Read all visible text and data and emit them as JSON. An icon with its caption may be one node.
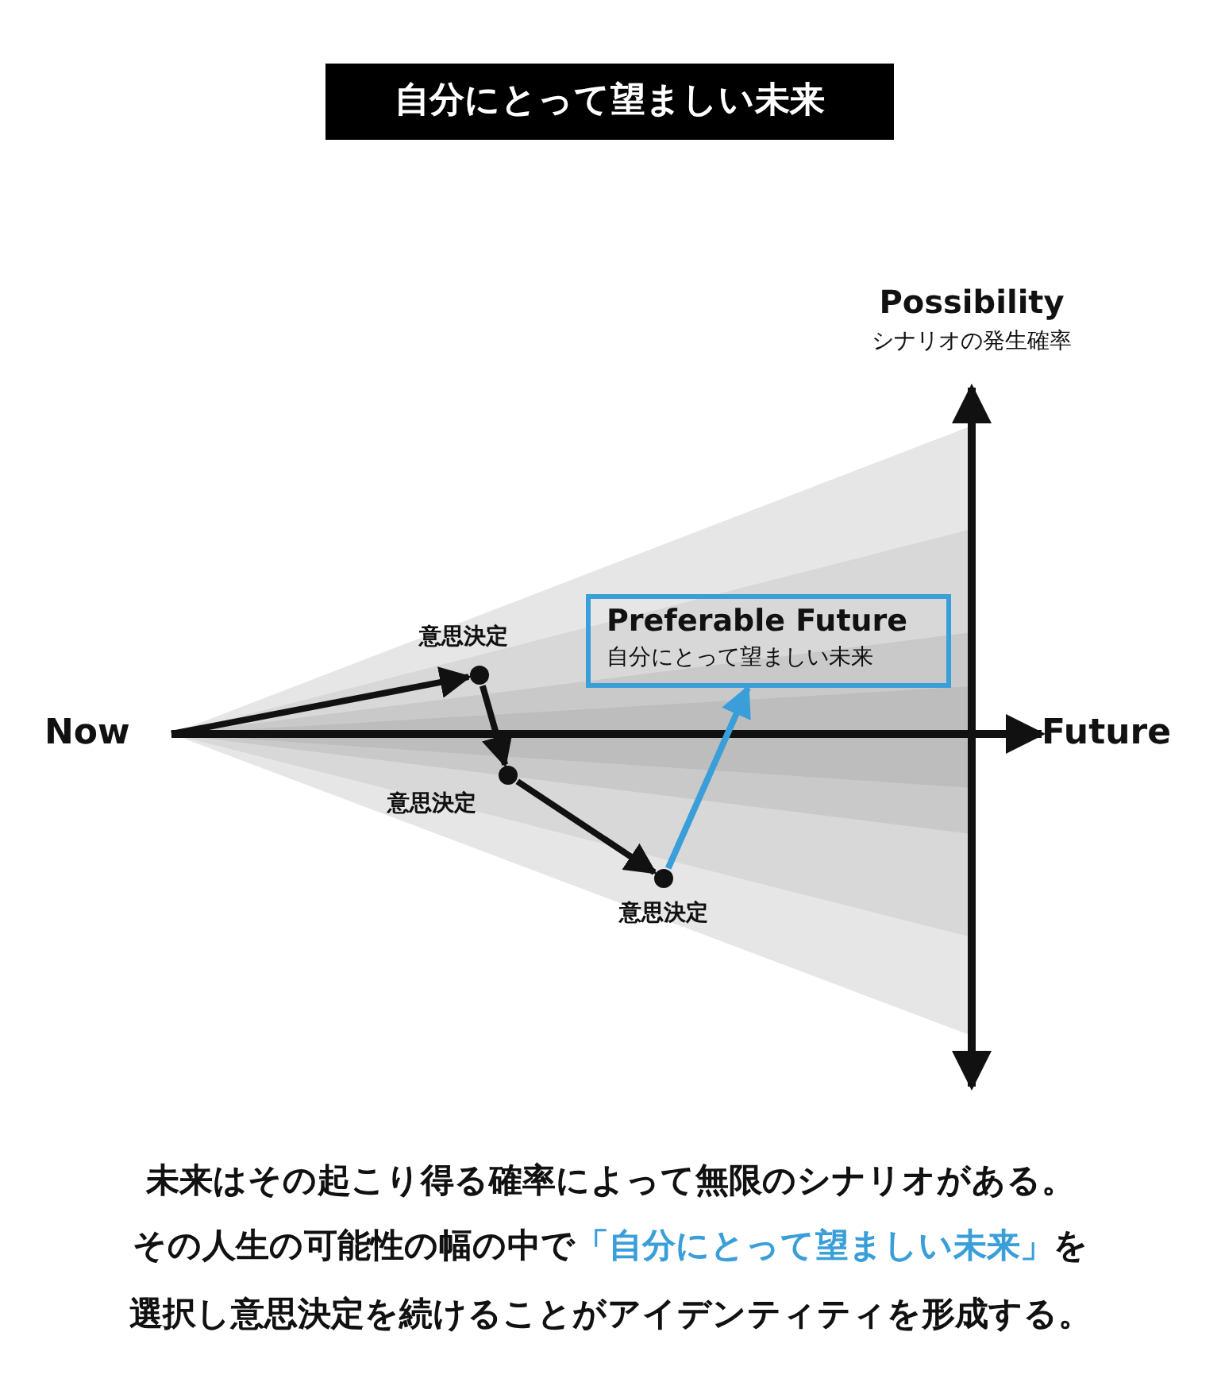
{
  "diagram": {
    "title": "自分にとって望ましい未来",
    "nodes": [
      {
        "text": [
          "Now"
        ]
      },
      {
        "text": [],
        "shape": "circle",
        "beside": [
          "意思決定"
        ]
      },
      {
        "text": [],
        "shape": "circle",
        "beside": [
          "意思決定"
        ]
      },
      {
        "text": [],
        "shape": "circle",
        "beside": [
          "意思決定"
        ]
      },
      {
        "text": [
          "Preferable Future",
          "自分にとって望ましい未来"
        ]
      },
      {
        "text": [
          "Future"
        ]
      }
    ],
    "edges": [
      {
        "from": 0,
        "to": 5,
        "arrow": "to"
      },
      {
        "from": 0,
        "to": 1,
        "arrow": "to"
      },
      {
        "from": 1,
        "to": 2,
        "arrow": "to"
      },
      {
        "from": 2,
        "to": 3,
        "arrow": "to"
      },
      {
        "from": 3,
        "to": 4,
        "arrow": "to",
        "color": "#3a9fd8"
      }
    ],
    "labels": [
      "Possibility",
      "シナリオの発生確率",
      "未来はその起こり得る確率によって無限のシナリオがある。",
      "その人生の可能性の幅の中で**「自分にとって望ましい未来」**を",
      "選択し意思決定を続けることがアイデンティティを形成する。"
    ]
  }
}
